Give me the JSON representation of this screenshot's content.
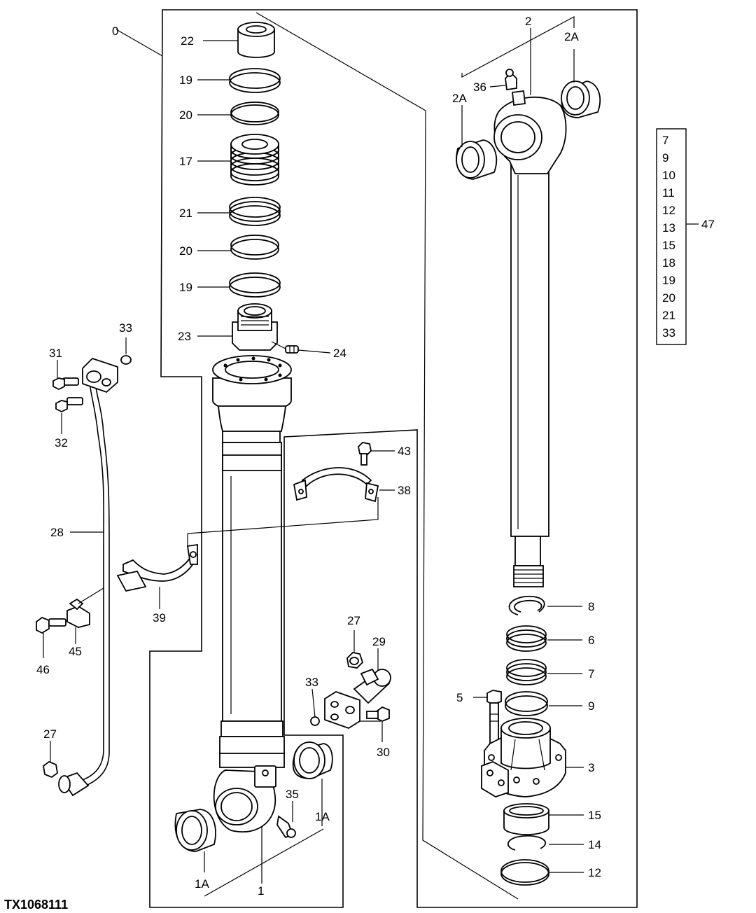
{
  "figure_reference": "TX1068111",
  "callouts": {
    "assembly": "0",
    "p22": "22",
    "p19a": "19",
    "p20a": "20",
    "p17": "17",
    "p21": "21",
    "p20b": "20",
    "p19b": "19",
    "p23": "23",
    "p24": "24",
    "p33a": "33",
    "p31": "31",
    "p32": "32",
    "p28": "28",
    "p43": "43",
    "p38": "38",
    "p39": "39",
    "p45": "45",
    "p46": "46",
    "p27a": "27",
    "p27b": "27",
    "p29": "29",
    "p33b": "33",
    "p30": "30",
    "p35": "35",
    "p1A_right": "1A",
    "p1A_left": "1A",
    "p1": "1",
    "p2": "2",
    "p2A_right": "2A",
    "p2A_left": "2A",
    "p36": "36",
    "p8": "8",
    "p6": "6",
    "p7": "7",
    "p5": "5",
    "p9": "9",
    "p3": "3",
    "p15": "15",
    "p14": "14",
    "p12": "12"
  },
  "seal_kit": {
    "kit_number": "47",
    "items": [
      "7",
      "9",
      "10",
      "11",
      "12",
      "13",
      "15",
      "18",
      "19",
      "20",
      "21",
      "33"
    ]
  }
}
